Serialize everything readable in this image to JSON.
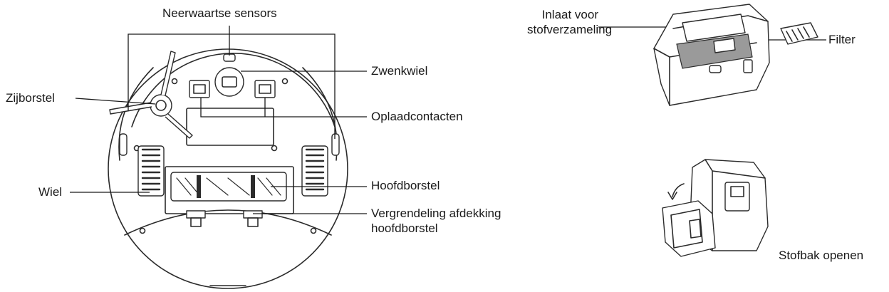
{
  "labels": {
    "downward_sensors": "Neerwaartse sensors",
    "caster_wheel": "Zwenkwiel",
    "side_brush": "Zijborstel",
    "charging_contacts": "Oplaadcontacten",
    "wheel": "Wiel",
    "main_brush": "Hoofdborstel",
    "main_brush_cover_latch": "Vergrendeling afdekking\nhoofdborstel",
    "dust_inlet": "Inlaat voor\nstofverzameling",
    "filter": "Filter",
    "open_dustbin": "Stofbak openen"
  }
}
